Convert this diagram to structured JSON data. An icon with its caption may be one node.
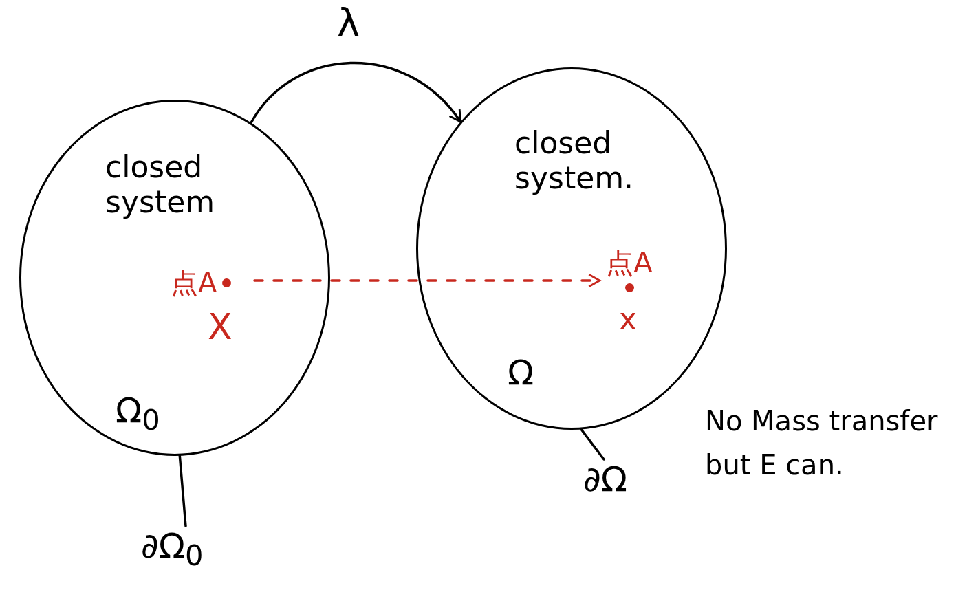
{
  "diagram": {
    "nodes": [
      {
        "text": [
          "closed system",
          "Ω$_{0}$"
        ]
      },
      {
        "text": [
          "点A"
        ],
        "in": 0
      },
      {
        "text": [
          "closed system.",
          "Ω"
        ]
      },
      {
        "text": [
          "点A"
        ],
        "in": 2
      },
      {
        "text": [
          "∂Ω$_{0}$"
        ]
      },
      {
        "text": [
          "∂Ω"
        ]
      }
    ],
    "edges": [
      {
        "from": 0,
        "to": 2,
        "arrow": "to",
        "label": "λ"
      },
      {
        "from": 1,
        "to": 3,
        "arrow": "to",
        "style": "dashed",
        "color": "#c8281e"
      },
      {
        "from": 4,
        "to": 0,
        "arrow": "none"
      },
      {
        "from": 5,
        "to": 2,
        "arrow": "none"
      }
    ],
    "labels": [
      "X",
      "x",
      "No Mass transfer but E can."
    ]
  }
}
